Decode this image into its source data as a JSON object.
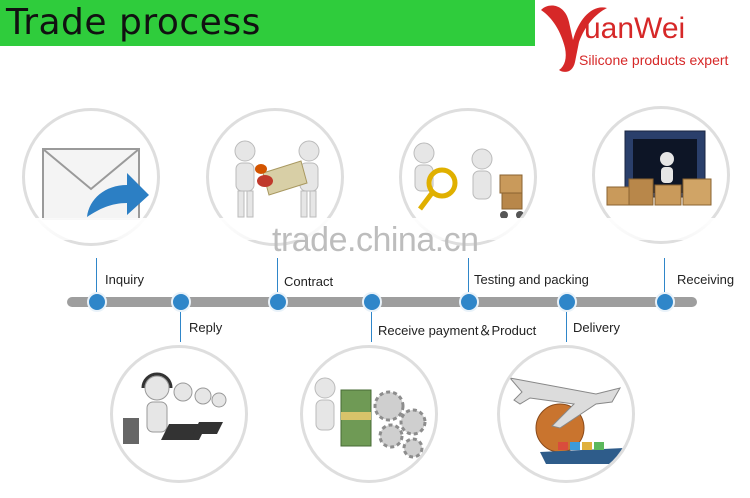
{
  "header": {
    "title": "Trade process",
    "brand_name": "uanWei",
    "brand_tagline": "Silicone products expert"
  },
  "watermark": "trade.china.cn",
  "steps": [
    {
      "label": "Inquiry",
      "icon": "envelope-icon"
    },
    {
      "label": "Reply",
      "icon": "call-center-icon"
    },
    {
      "label": "Contract",
      "icon": "contract-stamp-icon"
    },
    {
      "label": "Receive payment＆Product",
      "icon": "money-gears-icon"
    },
    {
      "label": "Testing and packing",
      "icon": "magnifier-boxes-icon"
    },
    {
      "label": "Delivery",
      "icon": "plane-ship-globe-icon"
    },
    {
      "label": "Receiving",
      "icon": "container-boxes-icon"
    }
  ],
  "colors": {
    "header_bg": "#2fcc3c",
    "brand": "#d62828",
    "timeline": "#9e9e9e",
    "node": "#2f86c9"
  }
}
